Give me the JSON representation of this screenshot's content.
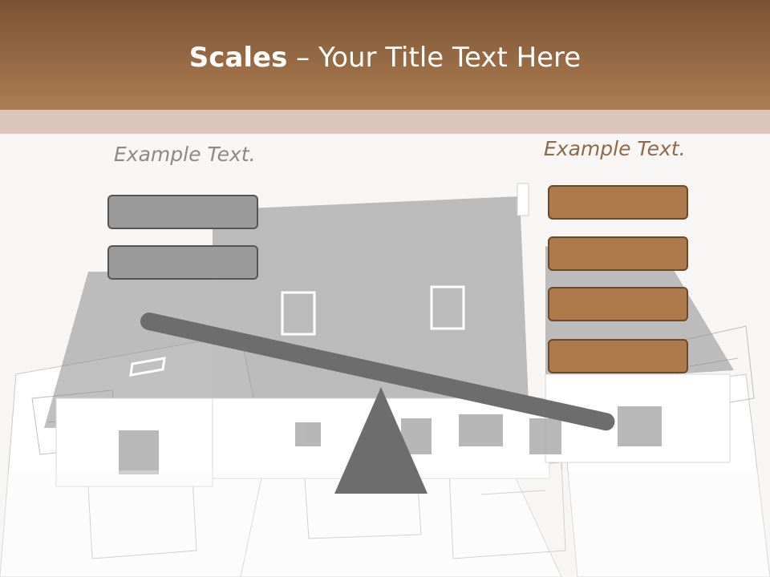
{
  "slide": {
    "title_bold": "Scales",
    "title_rest": " – Your Title Text Here",
    "left_label": "Example Text.",
    "right_label": "Example Text."
  },
  "colors": {
    "header_dark": "#7a5234",
    "header_light": "#ad7d52",
    "accent_band": "#dcc6bb",
    "gray_box": "#9b9b9b",
    "brown_box": "#ae7a4b",
    "beam": "#6d6d6d"
  },
  "background": {
    "image": "house-on-blueprints"
  },
  "scale": {
    "left_boxes": 2,
    "right_boxes": 4,
    "tilt": "right side down"
  }
}
